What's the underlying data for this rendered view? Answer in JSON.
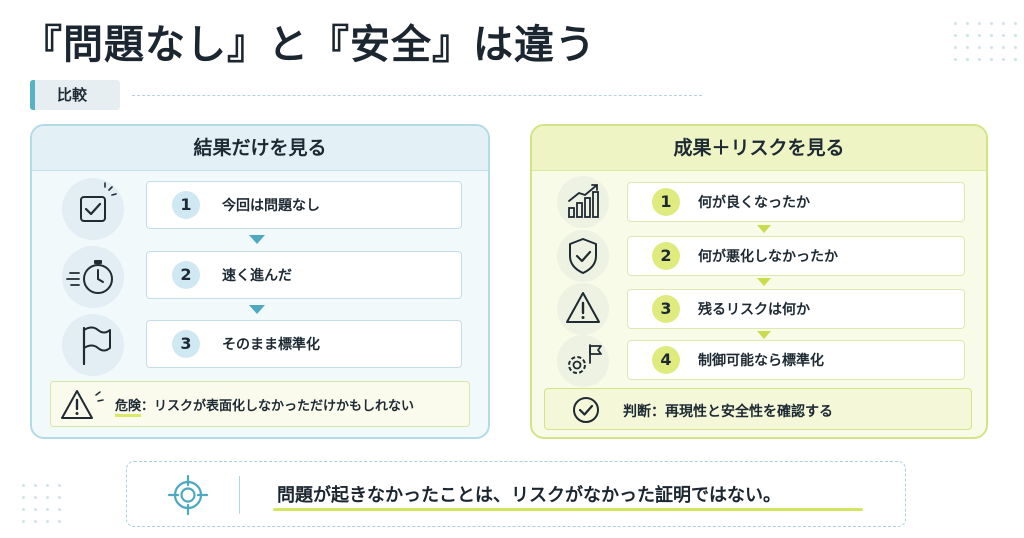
{
  "title": "『問題なし』と『安全』は違う",
  "tag": "比較",
  "left_panel": {
    "heading": "結果だけを見る",
    "steps": [
      {
        "num": "1",
        "text": "今回は問題なし",
        "icon": "checkbox-icon"
      },
      {
        "num": "2",
        "text": "速く進んだ",
        "icon": "stopwatch-icon"
      },
      {
        "num": "3",
        "text": "そのまま標準化",
        "icon": "flag-icon"
      }
    ],
    "warning": {
      "label": "危険",
      "text": "：リスクが表面化しなかっただけかもしれない",
      "icon": "warning-icon"
    }
  },
  "right_panel": {
    "heading": "成果＋リスクを見る",
    "steps": [
      {
        "num": "1",
        "text": "何が良くなったか",
        "icon": "growth-chart-icon"
      },
      {
        "num": "2",
        "text": "何が悪化しなかったか",
        "icon": "shield-check-icon"
      },
      {
        "num": "3",
        "text": "残るリスクは何か",
        "icon": "warning-icon"
      },
      {
        "num": "4",
        "text": "制御可能なら標準化",
        "icon": "gear-flag-icon"
      }
    ],
    "judgement": {
      "text": "判断：再現性と安全性を確認する",
      "icon": "check-circle-icon"
    }
  },
  "bottom": {
    "text": "問題が起きなかったことは、リスクがなかった証明ではない。",
    "icon": "target-icon"
  },
  "colors": {
    "blue_accent": "#4ea9c0",
    "green_accent": "#c9dc4a",
    "text": "#1b2630"
  }
}
